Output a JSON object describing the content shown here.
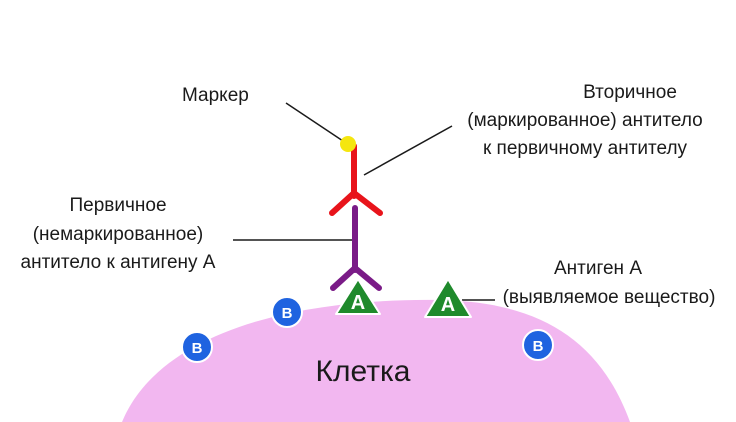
{
  "labels": {
    "marker": "Маркер",
    "secondary_line1": "Вторичное",
    "secondary_line2": "(маркированное) антитело",
    "secondary_line3": "к первичному антителу",
    "primary_line1": "Первичное",
    "primary_line2": "(немаркированное)",
    "primary_line3": "антитело к антигену А",
    "antigen_line1": "Антиген А",
    "antigen_line2": "(выявляемое вещество)",
    "cell": "Клетка"
  },
  "antigen_a_letter": "A",
  "antigen_b_letter": "B",
  "colors": {
    "cell": "#f2b7f0",
    "primary_antibody": "#7a1b87",
    "secondary_antibody": "#e8141b",
    "marker": "#f5e60f",
    "antigen_a": "#1f8a2c",
    "antigen_b": "#1f63e0",
    "leader_line": "#1a1a1a"
  }
}
